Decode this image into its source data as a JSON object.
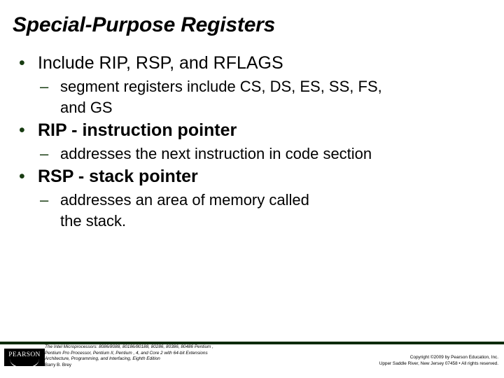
{
  "slide": {
    "title": "Special-Purpose Registers",
    "accent_color": "#183C12",
    "rule_color": "#0D2B08",
    "bullet_glyph": "•",
    "dash_glyph": "–",
    "content": [
      {
        "level": 1,
        "bold": false,
        "text": "Include RIP, RSP, and RFLAGS"
      },
      {
        "level": 2,
        "bold": false,
        "text": "segment registers include CS, DS, ES, SS, FS,",
        "continuation": "and GS"
      },
      {
        "level": 1,
        "bold": true,
        "text": "RIP  - instruction pointer"
      },
      {
        "level": 2,
        "bold": false,
        "text": "addresses the next instruction in code section",
        "continuation": ""
      },
      {
        "level": 1,
        "bold": true,
        "text": "RSP - stack pointer"
      },
      {
        "level": 2,
        "bold": false,
        "text": "addresses an area of memory called",
        "continuation": "the stack."
      }
    ]
  },
  "footer": {
    "logo_text": "PEARSON",
    "book_credit": [
      "The Intel Microprocessors: 8086/8088, 80186/80188, 80286, 80386, 80486 Pentium ,",
      "Pentium Pro Processor, Pentium II, Pentium , 4, and Core 2 with 64-bit Extensions",
      "Architecture, Programming, and Interfacing, Eighth Edition",
      "Barry B. Brey"
    ],
    "copyright": [
      "Copyright ©2009 by Pearson Education, Inc.",
      "Upper Saddle River, New Jersey 07458 • All rights reserved."
    ]
  }
}
